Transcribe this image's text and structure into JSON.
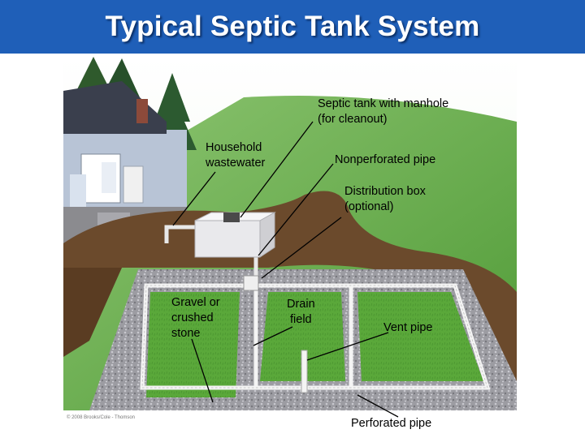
{
  "title": "Typical Septic Tank System",
  "labels": {
    "septic_tank": [
      "Septic tank with manhole",
      "(for cleanout)"
    ],
    "household": [
      "Household",
      "wastewater"
    ],
    "nonperforated": "Nonperforated pipe",
    "distribution": [
      "Distribution box",
      "(optional)"
    ],
    "gravel": [
      "Gravel or",
      "crushed",
      "stone"
    ],
    "drain_field": [
      "Drain",
      "field"
    ],
    "vent_pipe": "Vent pipe",
    "perforated": "Perforated pipe"
  },
  "copyright": "© 2008 Brooks/Cole - Thomson",
  "colors": {
    "title_bar": "#1f5fb8",
    "grass": "#5aa83a",
    "soil": "#6b4a2c",
    "gravel": "#9a9a9e",
    "pipe": "#f4f4f4"
  }
}
